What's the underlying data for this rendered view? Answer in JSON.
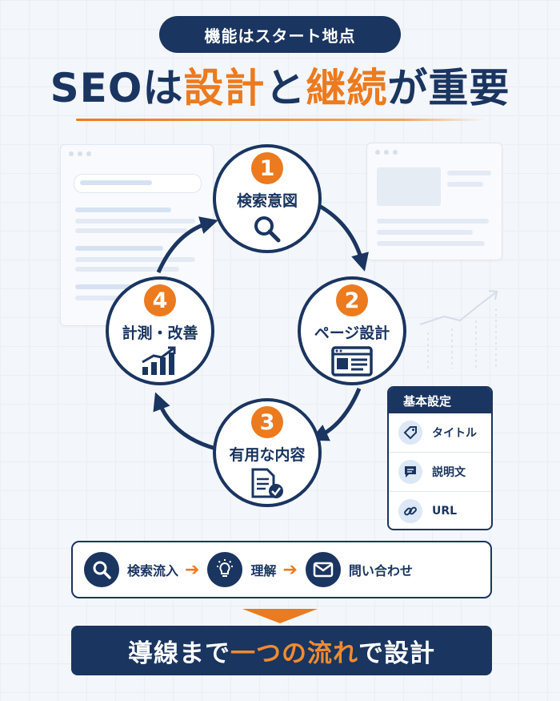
{
  "colors": {
    "navy": "#1a3560",
    "orange": "#ec7a1e",
    "background": "#f3f6fa"
  },
  "top_pill": "機能はスタート地点",
  "headline": {
    "part1": "SEOは",
    "part2": "設計",
    "part3": "と",
    "part4": "継続",
    "part5": "が重要"
  },
  "cycle": {
    "nodes": [
      {
        "number": "1",
        "label": "検索意図",
        "icon": "magnifier-icon"
      },
      {
        "number": "2",
        "label": "ページ設計",
        "icon": "browser-window-icon"
      },
      {
        "number": "3",
        "label": "有用な内容",
        "icon": "document-check-icon"
      },
      {
        "number": "4",
        "label": "計測・改善",
        "icon": "growth-chart-icon"
      }
    ]
  },
  "settings_card": {
    "title": "基本設定",
    "items": [
      {
        "label": "タイトル",
        "icon": "tag-icon"
      },
      {
        "label": "説明文",
        "icon": "chat-bubble-icon"
      },
      {
        "label": "URL",
        "icon": "link-icon"
      }
    ]
  },
  "flow": {
    "steps": [
      {
        "label": "検索流入",
        "icon": "search-icon"
      },
      {
        "label": "理解",
        "icon": "lightbulb-icon"
      },
      {
        "label": "問い合わせ",
        "icon": "mail-icon"
      }
    ],
    "arrow": "➔"
  },
  "bottom_banner": {
    "part1": "導線まで",
    "part2": "一つの流れ",
    "part3": "で設計"
  }
}
